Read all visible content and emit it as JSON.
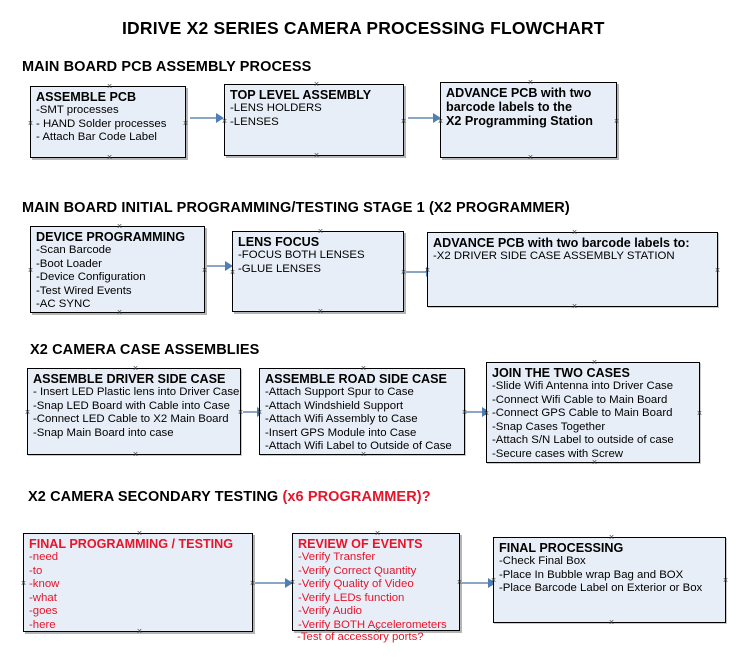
{
  "document": {
    "title": "IDRIVE X2  SERIES CAMERA PROCESSING FLOWCHART"
  },
  "sections": [
    {
      "id": "main-board-pcb-assembly",
      "heading": "MAIN BOARD PCB ASSEMBLY PROCESS",
      "heading_accent": "",
      "nodes": [
        {
          "id": "assemble-pcb",
          "title": "ASSEMBLE PCB",
          "lines": [
            "-SMT processes",
            "- HAND Solder processes",
            "- Attach Bar Code Label"
          ],
          "color": "black"
        },
        {
          "id": "top-level-assembly",
          "title": "TOP LEVEL ASSEMBLY",
          "lines": [
            "-LENS HOLDERS",
            "-LENSES"
          ],
          "color": "black"
        },
        {
          "id": "advance-pcb-to-x2-programming-station",
          "title": "ADVANCE PCB with two",
          "lines": [
            "barcode labels to the",
            " X2 Programming Station"
          ],
          "color": "black"
        }
      ]
    },
    {
      "id": "main-board-initial-programming",
      "heading": "MAIN BOARD INITIAL PROGRAMMING/TESTING STAGE 1 (X2 PROGRAMMER)",
      "heading_accent": "",
      "nodes": [
        {
          "id": "device-programming",
          "title": "DEVICE PROGRAMMING",
          "lines": [
            "-Scan Barcode",
            "-Boot Loader",
            "-Device Configuration",
            "-Test Wired Events",
            "-AC SYNC"
          ],
          "color": "black"
        },
        {
          "id": "lens-focus",
          "title": "LENS FOCUS",
          "lines": [
            "-FOCUS BOTH LENSES",
            "-GLUE LENSES"
          ],
          "color": "black"
        },
        {
          "id": "advance-pcb-to-driver-side-case",
          "title": "ADVANCE PCB with two barcode labels to:",
          "lines": [
            "-X2 DRIVER  SIDE  CASE  ASSEMBLY STATION"
          ],
          "color": "black"
        }
      ]
    },
    {
      "id": "x2-camera-case-assemblies",
      "heading": "X2 CAMERA CASE ASSEMBLIES",
      "heading_accent": "",
      "nodes": [
        {
          "id": "assemble-driver-side-case",
          "title": "ASSEMBLE DRIVER SIDE CASE",
          "lines": [
            "- Insert LED Plastic lens into Driver Case",
            "-Snap LED Board with Cable into Case",
            "-Connect LED Cable to X2 Main Board",
            "-Snap Main Board into case"
          ],
          "color": "black"
        },
        {
          "id": "assemble-road-side-case",
          "title": "ASSEMBLE ROAD SIDE CASE",
          "lines": [
            "-Attach Support Spur to Case",
            "-Attach Windshield Support",
            "-Attach Wifi Assembly to Case",
            "-Insert GPS Module into Case",
            "-Attach Wifi Label to Outside of Case"
          ],
          "color": "black"
        },
        {
          "id": "join-the-two-cases",
          "title": "JOIN THE TWO CASES",
          "lines": [
            "-Slide Wifi Antenna into Driver Case",
            "-Connect Wifi Cable to Main Board",
            "-Connect GPS Cable to Main Board",
            "-Snap Cases Together",
            "-Attach S/N Label to outside of case",
            "-Secure cases with Screw"
          ],
          "color": "black"
        }
      ]
    },
    {
      "id": "x2-camera-secondary-testing",
      "heading": "X2 CAMERA SECONDARY TESTING ",
      "heading_accent": "(x6 PROGRAMMER)?",
      "nodes": [
        {
          "id": "final-programming-testing",
          "title": "FINAL PROGRAMMING / TESTING",
          "lines": [
            "-need",
            "-to",
            "-know",
            "-what",
            "-goes",
            "-here"
          ],
          "color": "red"
        },
        {
          "id": "review-of-events",
          "title": "REVIEW OF EVENTS",
          "lines": [
            "-Verify Transfer",
            "-Verify Correct Quantity",
            "-Verify Quality of Video",
            "-Verify LEDs function",
            "-Verify Audio",
            "-Verify BOTH Accelerometers"
          ],
          "overflow_line": "-Test of accessory ports?",
          "color": "red"
        },
        {
          "id": "final-processing",
          "title": "FINAL PROCESSING",
          "lines": [
            " -Check Final Box",
            "-Place In Bubble wrap Bag and BOX",
            "-Place Barcode Label on Exterior or Box"
          ],
          "color": "black"
        }
      ]
    }
  ],
  "colors": {
    "box_fill": "#e8eef7",
    "box_border": "#000000",
    "connector": "#8ba6c4",
    "arrowhead": "#4f7fb5",
    "accent_red": "#e8142a",
    "text": "#000000"
  }
}
